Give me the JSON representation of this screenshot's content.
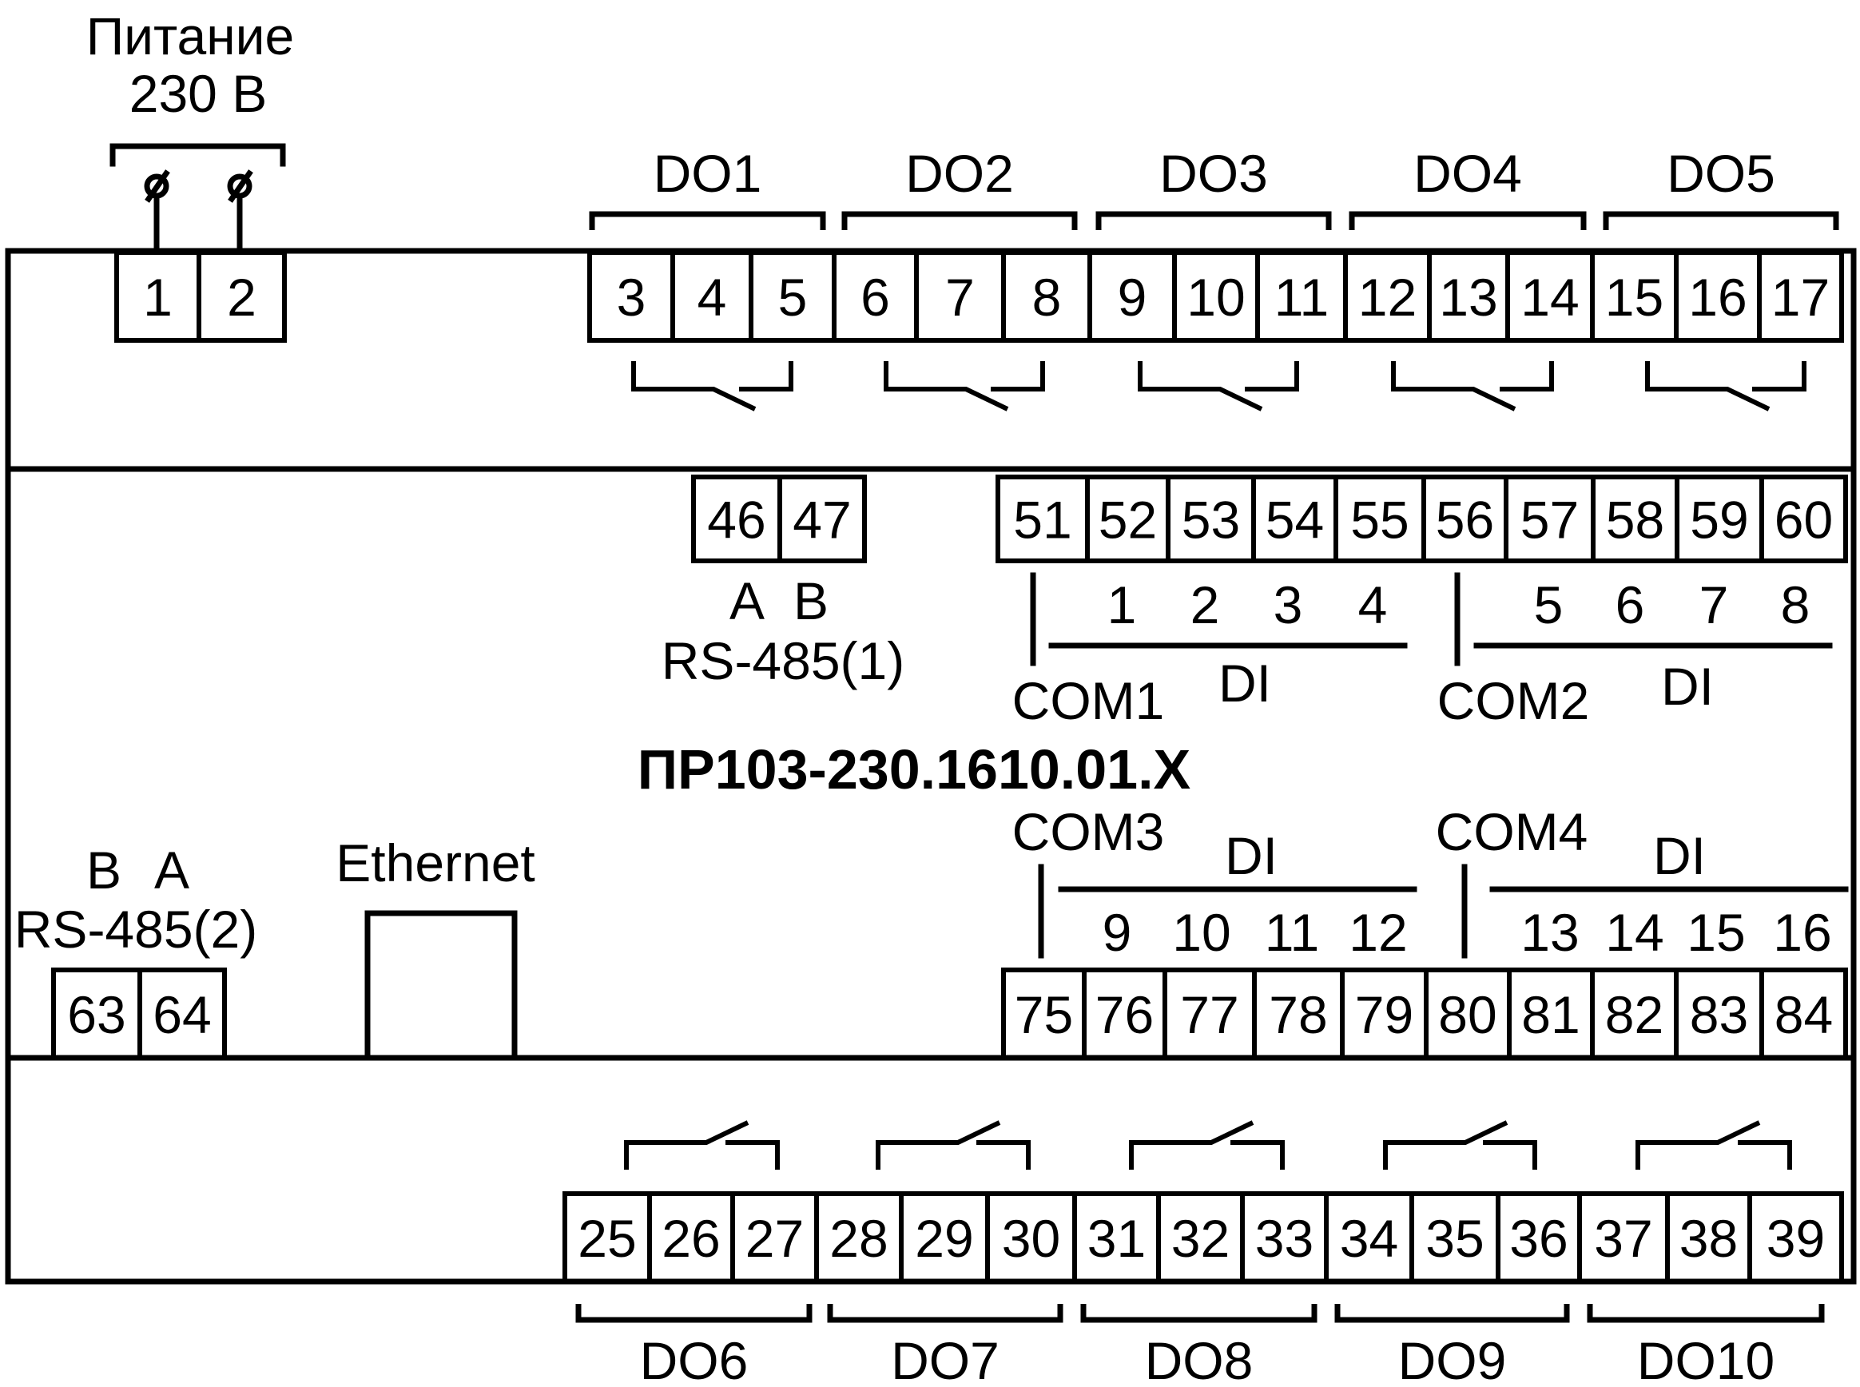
{
  "power": {
    "title_line1": "Питание",
    "title_line2": "230 В"
  },
  "model": "ПР103-230.1610.01.Х",
  "colors": {
    "line": "#000000",
    "background": "#ffffff"
  },
  "terminals_top": [
    "1",
    "2",
    "3",
    "4",
    "5",
    "6",
    "7",
    "8",
    "9",
    "10",
    "11",
    "12",
    "13",
    "14",
    "15",
    "16",
    "17"
  ],
  "terminals_mid_upper": [
    "46",
    "47",
    "51",
    "52",
    "53",
    "54",
    "55",
    "56",
    "57",
    "58",
    "59",
    "60"
  ],
  "terminals_mid_lower": [
    "63",
    "64",
    "75",
    "76",
    "77",
    "78",
    "79",
    "80",
    "81",
    "82",
    "83",
    "84"
  ],
  "terminals_bottom": [
    "25",
    "26",
    "27",
    "28",
    "29",
    "30",
    "31",
    "32",
    "33",
    "34",
    "35",
    "36",
    "37",
    "38",
    "39"
  ],
  "outputs_top": [
    "DO1",
    "DO2",
    "DO3",
    "DO4",
    "DO5"
  ],
  "outputs_bottom": [
    "DO6",
    "DO7",
    "DO8",
    "DO9",
    "DO10"
  ],
  "rs485_1": {
    "a": "A",
    "b": "B",
    "label": "RS-485(1)"
  },
  "rs485_2": {
    "b": "B",
    "a": "A",
    "label": "RS-485(2)"
  },
  "ethernet": "Ethernet",
  "di_group1": {
    "com": "COM1",
    "di": "DI",
    "inputs": [
      "1",
      "2",
      "3",
      "4"
    ]
  },
  "di_group2": {
    "com": "COM2",
    "di": "DI",
    "inputs": [
      "5",
      "6",
      "7",
      "8"
    ]
  },
  "di_group3": {
    "com": "COM3",
    "di": "DI",
    "inputs": [
      "9",
      "10",
      "11",
      "12"
    ]
  },
  "di_group4": {
    "com": "COM4",
    "di": "DI",
    "inputs": [
      "13",
      "14",
      "15",
      "16"
    ]
  }
}
